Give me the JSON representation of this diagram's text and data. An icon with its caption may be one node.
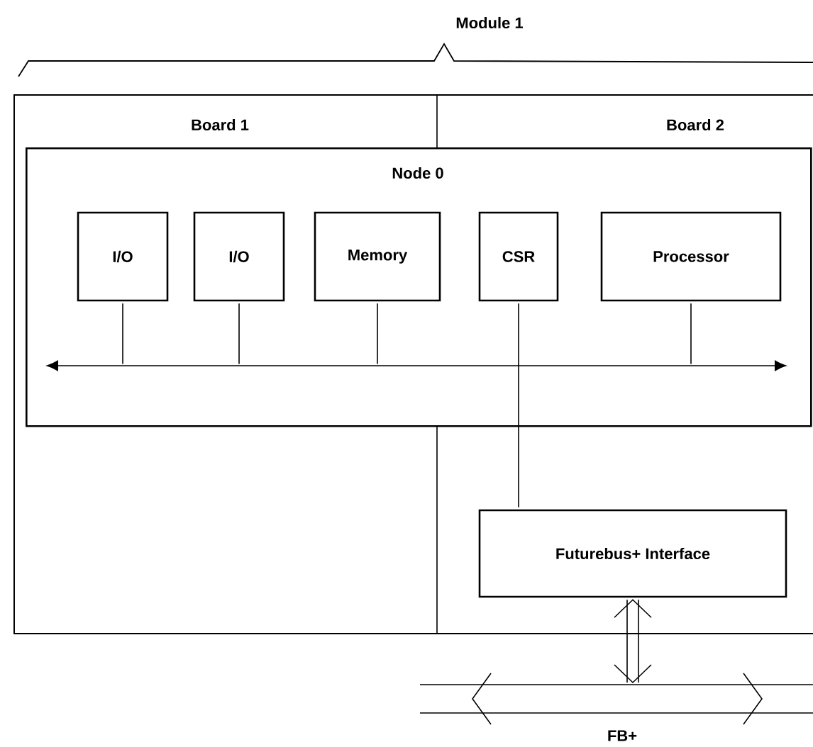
{
  "diagram": {
    "nodes": [
      {
        "text": [
          "Node 0"
        ]
      },
      {
        "text": [
          "I/O"
        ],
        "in": 0
      },
      {
        "text": [
          "I/O"
        ],
        "in": 0
      },
      {
        "text": [
          "Memory"
        ],
        "in": 0
      },
      {
        "text": [
          "CSR"
        ],
        "in": 0
      },
      {
        "text": [
          "Processor"
        ],
        "in": 0
      },
      {
        "text": [],
        "shape": "bar",
        "in": 0
      },
      {
        "text": [
          "Futurebus+ Interface"
        ]
      },
      {
        "text": [],
        "shape": "bar",
        "beside": [
          "FB+"
        ]
      }
    ],
    "edges": [
      {
        "from": 1,
        "to": 6,
        "arrow": "none"
      },
      {
        "from": 2,
        "to": 6,
        "arrow": "none"
      },
      {
        "from": 3,
        "to": 6,
        "arrow": "none"
      },
      {
        "from": 4,
        "to": 7,
        "arrow": "none"
      },
      {
        "from": 5,
        "to": 6,
        "arrow": "none"
      },
      {
        "from": 7,
        "to": 8,
        "arrow": "both"
      }
    ],
    "labels": [
      "Module 1",
      "Board 1",
      "Board 2"
    ]
  }
}
